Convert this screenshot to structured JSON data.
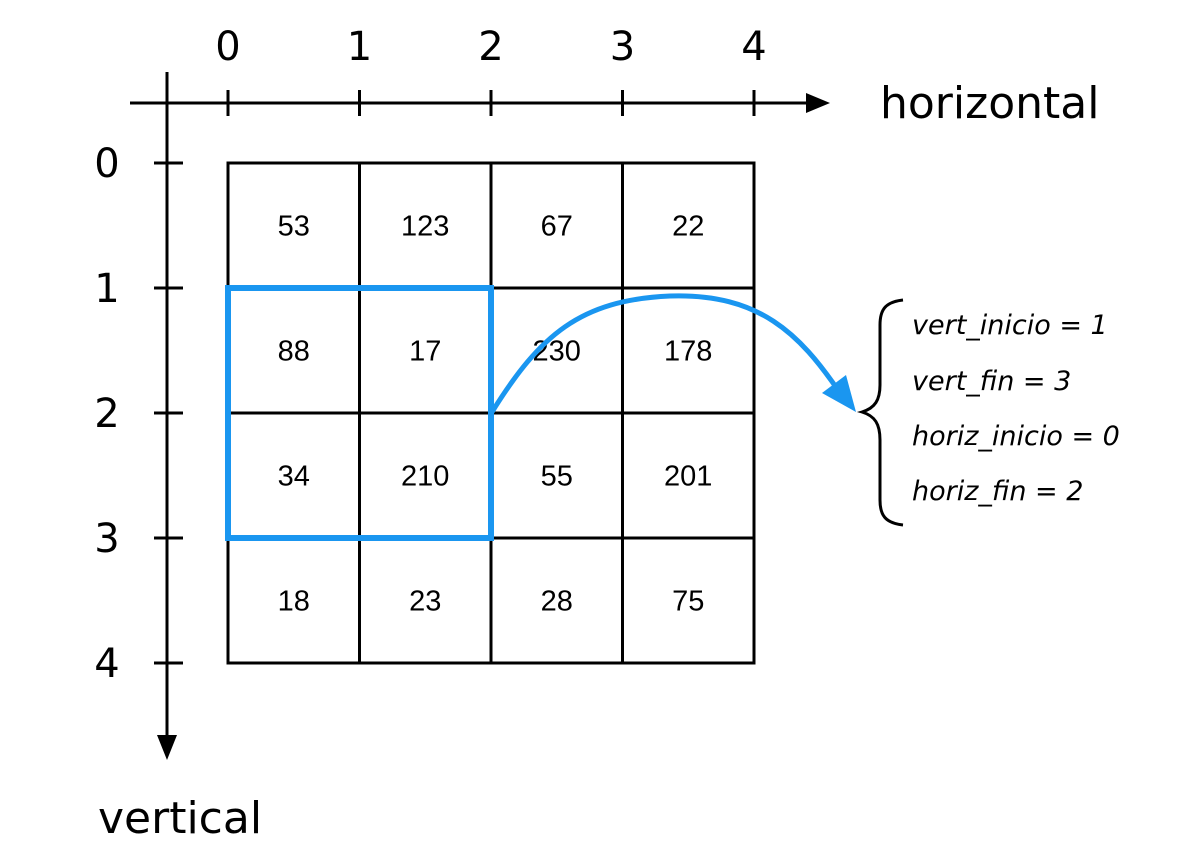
{
  "axes": {
    "horizontal_label": "horizontal",
    "vertical_label": "vertical",
    "horizontal_ticks": [
      "0",
      "1",
      "2",
      "3",
      "4"
    ],
    "vertical_ticks": [
      "0",
      "1",
      "2",
      "3",
      "4"
    ]
  },
  "grid": {
    "rows": [
      [
        "53",
        "123",
        "67",
        "22"
      ],
      [
        "88",
        "17",
        "230",
        "178"
      ],
      [
        "34",
        "210",
        "55",
        "201"
      ],
      [
        "18",
        "23",
        "28",
        "75"
      ]
    ]
  },
  "selection": {
    "vert_start": 1,
    "vert_end": 3,
    "horiz_start": 0,
    "horiz_end": 2,
    "color": "#1a96f0"
  },
  "annotation": {
    "lines": [
      "vert_inicio = 1",
      "vert_fin = 3",
      "horiz_inicio = 0",
      "horiz_fin = 2"
    ]
  },
  "colors": {
    "line": "#000000",
    "highlight": "#1a96f0"
  }
}
